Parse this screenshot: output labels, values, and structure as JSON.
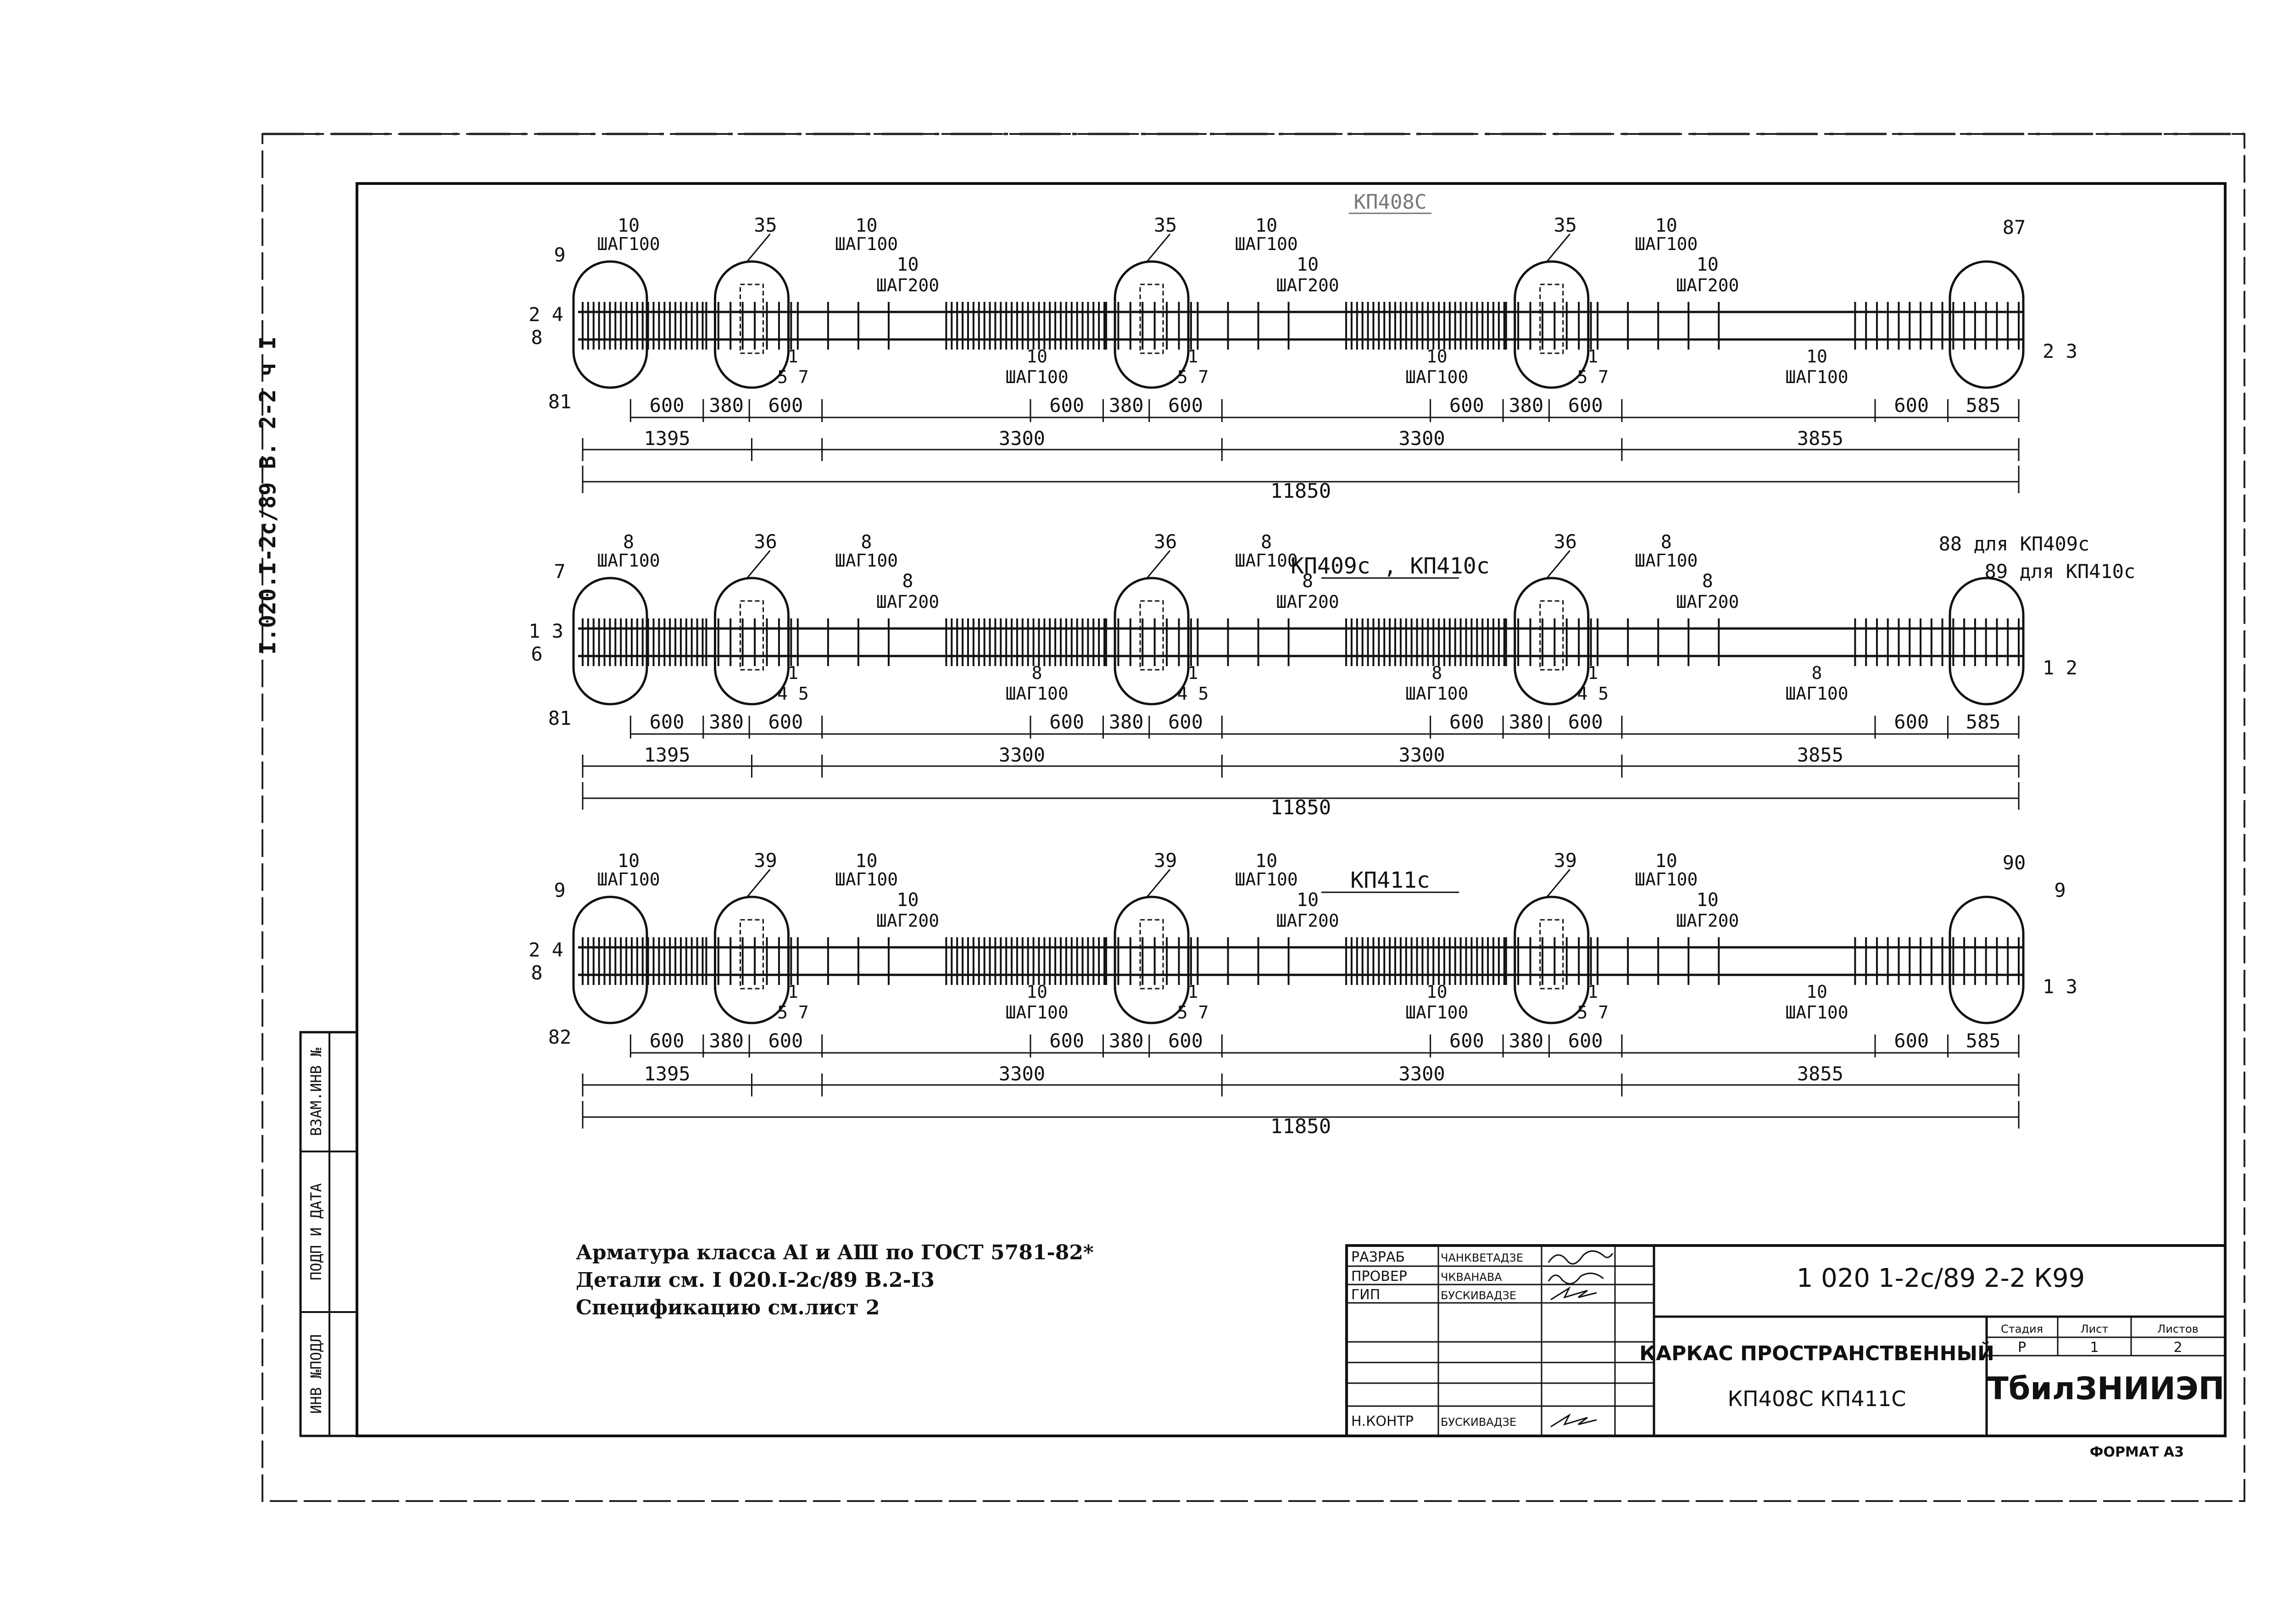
{
  "sheet_side_code": "I.020.I-2c/89 В. 2-2 ч I",
  "top_label": "КП408С",
  "frames": [
    {
      "title": "",
      "left_marks": {
        "top": "9",
        "mid": "2 4",
        "low": "8",
        "bottom": "81"
      },
      "right_marks": {
        "top": "87",
        "mid": "2 3",
        "extra": ""
      },
      "zone_numbers": [
        "35",
        "35",
        "35"
      ],
      "bar_num": "10",
      "step_100": "ШАГ100",
      "step_200": "ШАГ200",
      "under_zone": [
        "1",
        "5 7"
      ],
      "dims_small": [
        "600",
        "380",
        "600",
        "600",
        "380",
        "600",
        "600",
        "380",
        "600",
        "600",
        "585"
      ],
      "dims_mid": [
        "1395",
        "3300",
        "3300",
        "3855"
      ],
      "dim_total": "11850"
    },
    {
      "title": "КП409с , КП410с",
      "left_marks": {
        "top": "7",
        "mid": "1 3",
        "low": "6",
        "bottom": "81"
      },
      "right_marks": {
        "top": "88 для КП409с",
        "mid": "1 2",
        "extra": "89 для КП410с"
      },
      "zone_numbers": [
        "36",
        "36",
        "36"
      ],
      "bar_num": "8",
      "step_100": "ШАГ100",
      "step_200": "ШАГ200",
      "under_zone": [
        "1",
        "4 5"
      ],
      "dims_small": [
        "600",
        "380",
        "600",
        "600",
        "380",
        "600",
        "600",
        "380",
        "600",
        "600",
        "585"
      ],
      "dims_mid": [
        "1395",
        "3300",
        "3300",
        "3855"
      ],
      "dim_total": "11850"
    },
    {
      "title": "КП411с",
      "left_marks": {
        "top": "9",
        "mid": "2 4",
        "low": "8",
        "bottom": "82"
      },
      "right_marks": {
        "top": "90",
        "mid": "1 3",
        "extra": "9"
      },
      "zone_numbers": [
        "39",
        "39",
        "39"
      ],
      "bar_num": "10",
      "step_100": "ШАГ100",
      "step_200": "ШАГ200",
      "under_zone": [
        "1",
        "5 7"
      ],
      "dims_small": [
        "600",
        "380",
        "600",
        "600",
        "380",
        "600",
        "600",
        "380",
        "600",
        "600",
        "585"
      ],
      "dims_mid": [
        "1395",
        "3300",
        "3300",
        "3855"
      ],
      "dim_total": "11850"
    }
  ],
  "notes": [
    "Арматура класса AI и AШ по ГОСТ 5781-82*",
    "Детали см. I 020.I-2c/89 В.2-I3",
    "Спецификацию см.лист 2"
  ],
  "side_stamp": [
    "ИНВ №ПОДЛ",
    "ПОДП И ДАТА",
    "ВЗАМ.ИНВ №"
  ],
  "title_block": {
    "roles": [
      {
        "role": "РАЗРАБ",
        "name": "ЧАНКВЕТАДЗЕ"
      },
      {
        "role": "ПРОВЕР",
        "name": "ЧКВАНАВА"
      },
      {
        "role": "ГИП",
        "name": "БУСКИВАДЗЕ"
      },
      {
        "role": "Н.КОНТР",
        "name": "БУСКИВАДЗЕ"
      }
    ],
    "document_code": "1 020 1-2с/89  2-2  К99",
    "title_line1": "КАРКАС ПРОСТРАНСТВЕННЫЙ",
    "title_line2": "КП408С   КП411С",
    "stage_label": "Стадия",
    "sheet_label": "Лист",
    "sheets_label": "Листов",
    "stage": "Р",
    "sheet": "1",
    "sheets": "2",
    "organization": "ТбилЗНИИЭП"
  },
  "format_label": "ФОРМАТ А3"
}
